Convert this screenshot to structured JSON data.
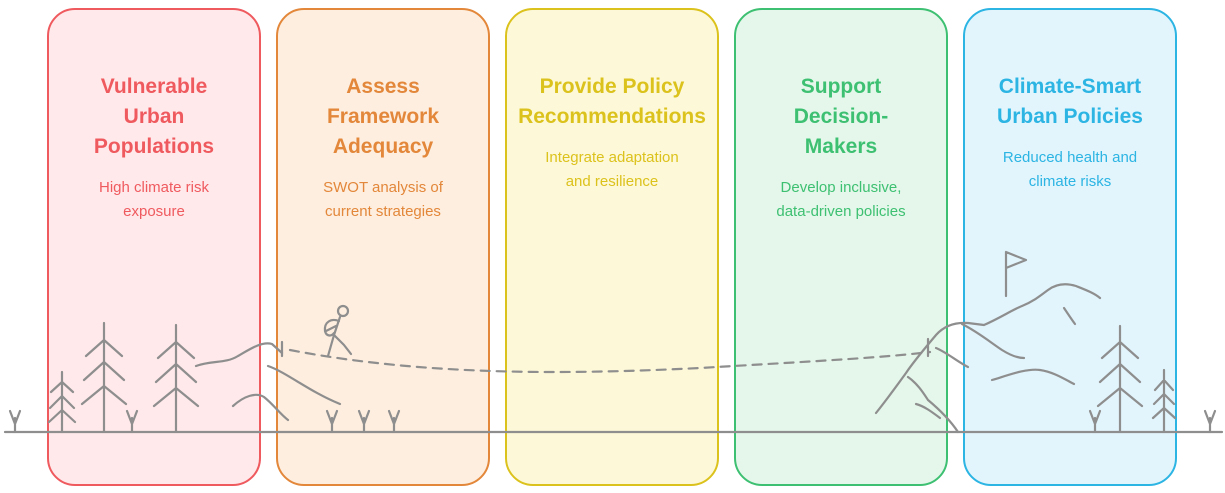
{
  "stages": [
    {
      "title": "Vulnerable\nUrban\nPopulations",
      "description": "High climate risk\nexposure",
      "color": "#ef5a5f",
      "fill": "#ffe9ea"
    },
    {
      "title": "Assess\nFramework\nAdequacy",
      "description": "SWOT analysis of\ncurrent strategies",
      "color": "#e3873a",
      "fill": "#fdeedf"
    },
    {
      "title": "Provide Policy\nRecommendations",
      "description": "Integrate adaptation\nand resilience",
      "color": "#dcc21c",
      "fill": "#fdf8d8"
    },
    {
      "title": "Support\nDecision-\nMakers",
      "description": "Develop inclusive,\ndata-driven policies",
      "color": "#3ec072",
      "fill": "#e4f7ea"
    },
    {
      "title": "Climate-Smart\nUrban Policies",
      "description": "Reduced health and\nclimate risks",
      "color": "#2cb4e3",
      "fill": "#e2f5fc"
    }
  ],
  "illustration": {
    "line_color": "#8e8e8e",
    "elements": [
      "pine-tree-icon",
      "grass-sprout-icon",
      "hiker-icon",
      "mountain-icon",
      "summit-flag-icon"
    ]
  }
}
